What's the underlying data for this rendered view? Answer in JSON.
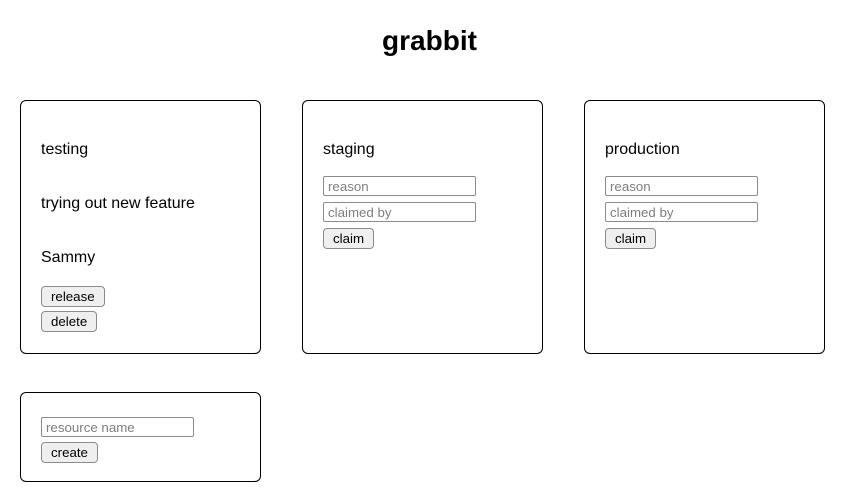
{
  "title": "grabbit",
  "colors": {
    "card_border": "#000000",
    "input_border": "#8b8b8b",
    "button_background": "#efefef",
    "placeholder_text": "#7e7e7e",
    "text": "#000000"
  },
  "cards": {
    "testing": {
      "name": "testing",
      "reason": "trying out new feature",
      "claimed_by": "Sammy",
      "release_label": "release",
      "delete_label": "delete"
    },
    "staging": {
      "name": "staging",
      "reason_placeholder": "reason",
      "claimed_by_placeholder": "claimed by",
      "claim_label": "claim"
    },
    "production": {
      "name": "production",
      "reason_placeholder": "reason",
      "claimed_by_placeholder": "claimed by",
      "claim_label": "claim"
    },
    "create": {
      "resource_placeholder": "resource name",
      "create_label": "create"
    }
  }
}
